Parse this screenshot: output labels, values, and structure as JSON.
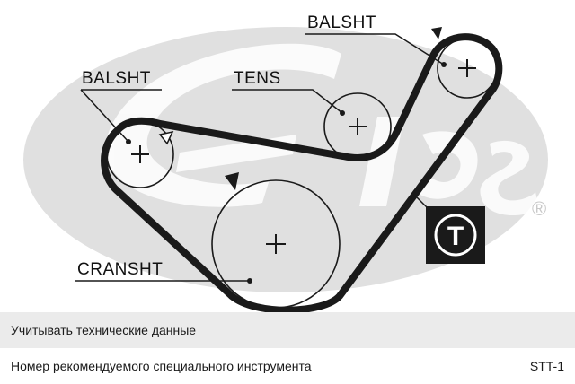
{
  "diagram": {
    "logo": {
      "brand": "Gates",
      "registered_mark": "®"
    },
    "labels": {
      "balsht_left": "BALSHT",
      "balsht_right": "BALSHT",
      "tens": "TENS",
      "cranksht": "CRANSHT"
    },
    "tool_badge": "T"
  },
  "info": {
    "notice": "Учитывать технические данные",
    "tool_label": "Номер рекомендуемого специального инструмента",
    "tool_value": "STT-1"
  },
  "colors": {
    "belt": "#1a1a1a",
    "logo_watermark": "#dadada",
    "shaded_row": "#ebebeb"
  }
}
